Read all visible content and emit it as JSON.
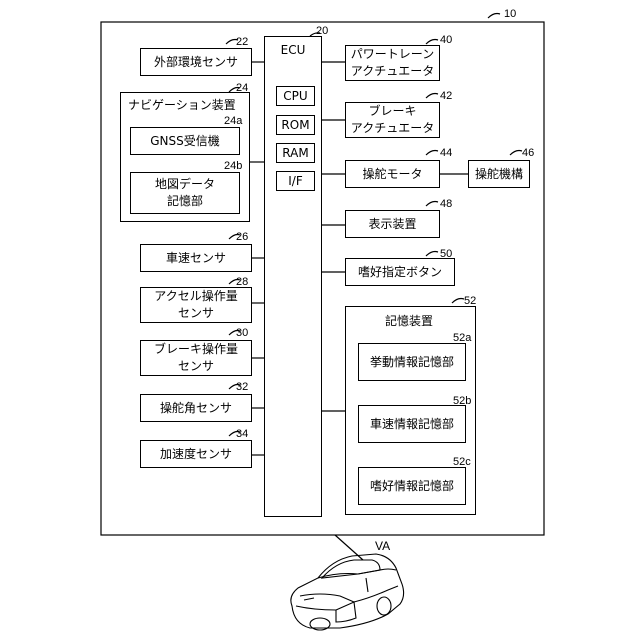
{
  "system": {
    "ref": "10"
  },
  "ecu": {
    "label": "ECU",
    "ref": "20",
    "cpu": "CPU",
    "rom": "ROM",
    "ram": "RAM",
    "if": "I/F"
  },
  "external_env_sensor": {
    "label": "外部環境センサ",
    "ref": "22"
  },
  "navigation": {
    "label": "ナビゲーション装置",
    "ref": "24",
    "gnss": {
      "label": "GNSS受信機",
      "ref": "24a"
    },
    "map": {
      "label": "地図データ\n記憶部",
      "ref": "24b"
    }
  },
  "vehicle_speed_sensor": {
    "label": "車速センサ",
    "ref": "26"
  },
  "accel_sensor": {
    "label": "アクセル操作量\nセンサ",
    "ref": "28"
  },
  "brake_sensor": {
    "label": "ブレーキ操作量\nセンサ",
    "ref": "30"
  },
  "steer_angle_sensor": {
    "label": "操舵角センサ",
    "ref": "32"
  },
  "accel_g_sensor": {
    "label": "加速度センサ",
    "ref": "34"
  },
  "powertrain": {
    "label": "パワートレーン\nアクチュエータ",
    "ref": "40"
  },
  "brake_actuator": {
    "label": "ブレーキ\nアクチュエータ",
    "ref": "42"
  },
  "steer_motor": {
    "label": "操舵モータ",
    "ref": "44"
  },
  "steer_mechanism": {
    "label": "操舵機構",
    "ref": "46"
  },
  "display": {
    "label": "表示装置",
    "ref": "48"
  },
  "pref_button": {
    "label": "嗜好指定ボタン",
    "ref": "50"
  },
  "storage": {
    "label": "記憶装置",
    "ref": "52",
    "behavior": {
      "label": "挙動情報記憶部",
      "ref": "52a"
    },
    "speed": {
      "label": "車速情報記憶部",
      "ref": "52b"
    },
    "preference": {
      "label": "嗜好情報記憶部",
      "ref": "52c"
    }
  },
  "vehicle": {
    "label": "VA"
  }
}
